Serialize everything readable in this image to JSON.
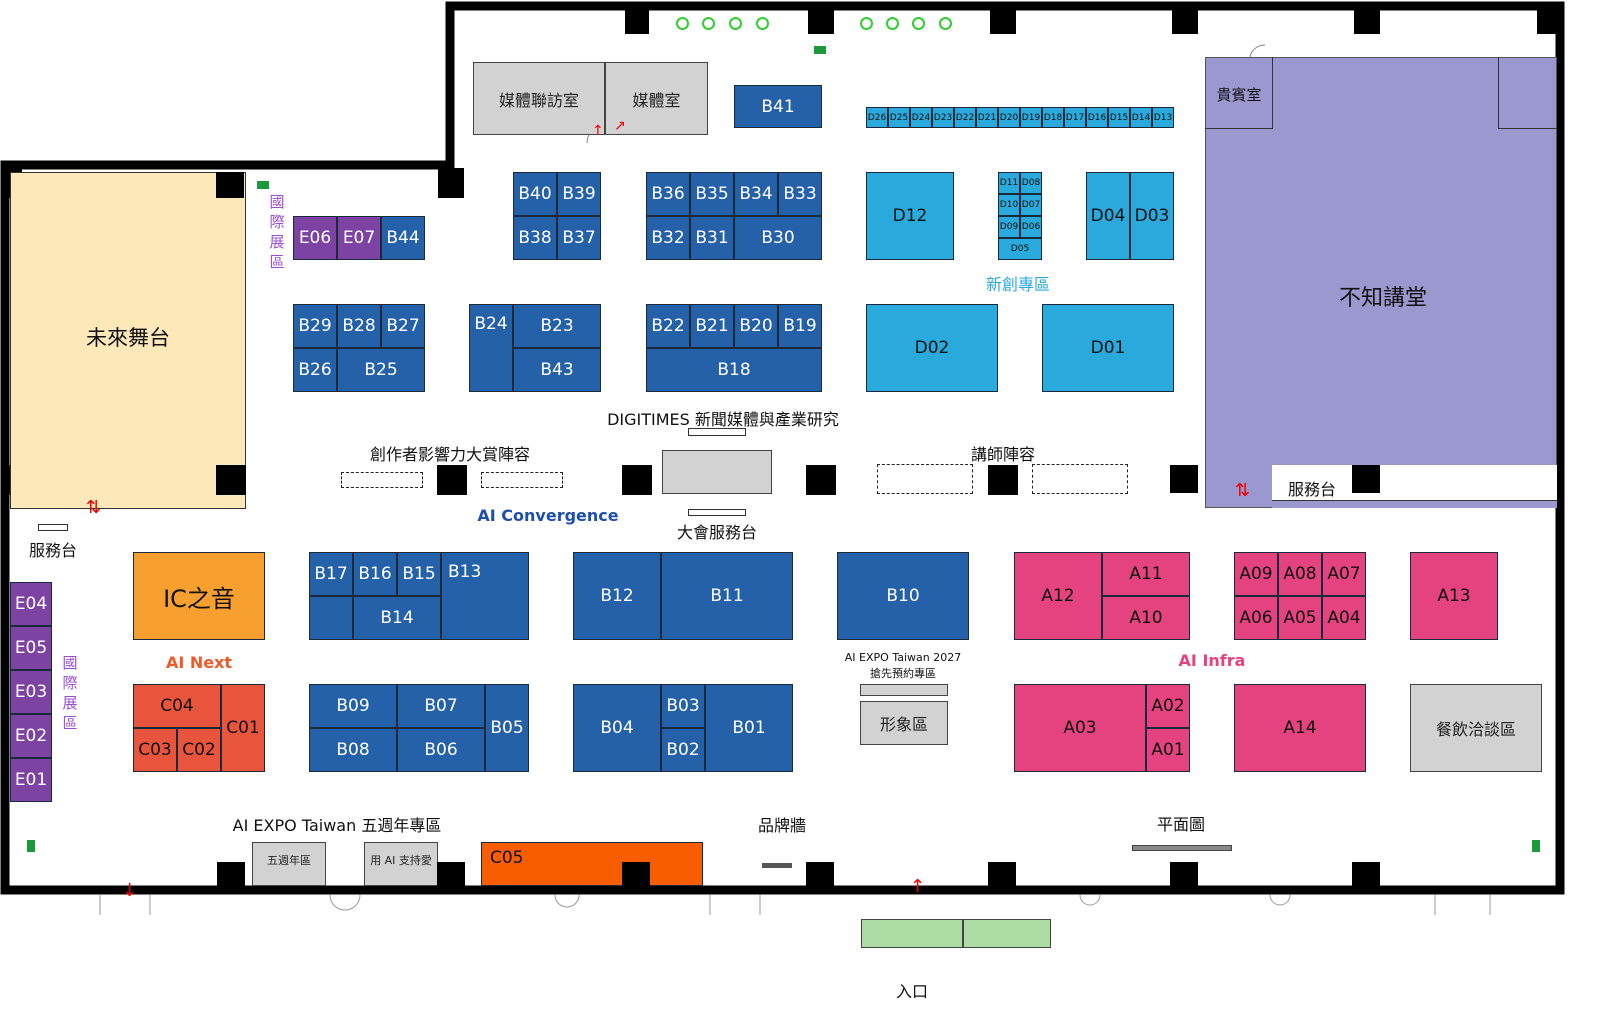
{
  "rooms": {
    "media_interview": "媒體聯訪室",
    "media_room": "媒體室",
    "vip_room": "貴賓室",
    "hall": "不知講堂",
    "stage": "未來舞台",
    "ic_voice": "IC之音",
    "image_zone": "形象區",
    "dining": "餐飲洽談區",
    "fifth_zone": "五週年區",
    "ai_love": "用 AI 支持愛"
  },
  "labels": {
    "intl_top": "國際展區",
    "intl_left": "國際展區",
    "startup": "新創專區",
    "digitimes": "DIGITIMES 新聞媒體與產業研究",
    "creators": "創作者影響力大賞陣容",
    "speakers": "講師陣容",
    "ai_convergence": "AI Convergence",
    "main_service": "大會服務台",
    "service_left": "服務台",
    "service_right": "服務台",
    "ai_next": "AI Next",
    "ai_infra": "AI Infra",
    "expo2027_line1": "AI EXPO Taiwan 2027",
    "expo2027_line2": "搶先預約專區",
    "fifth_anniv": "AI EXPO Taiwan  五週年專區",
    "brand_wall": "品牌牆",
    "floor_plan": "平面圖",
    "entrance": "入口"
  },
  "booths": {
    "B": [
      "B41",
      "B40",
      "B39",
      "B38",
      "B37",
      "B36",
      "B35",
      "B34",
      "B33",
      "B32",
      "B31",
      "B30",
      "B44",
      "B29",
      "B28",
      "B27",
      "B26",
      "B25",
      "B24",
      "B23",
      "B43",
      "B22",
      "B21",
      "B20",
      "B19",
      "B18",
      "B17",
      "B16",
      "B15",
      "B13",
      "B14",
      "B12",
      "B11",
      "B10",
      "B09",
      "B07",
      "B05",
      "B08",
      "B06",
      "B04",
      "B03",
      "B02",
      "B01"
    ],
    "D": [
      "D26",
      "D25",
      "D24",
      "D23",
      "D22",
      "D21",
      "D20",
      "D19",
      "D18",
      "D17",
      "D16",
      "D15",
      "D14",
      "D13",
      "D12",
      "D11",
      "D08",
      "D10",
      "D07",
      "D09",
      "D06",
      "D05",
      "D04",
      "D03",
      "D02",
      "D01"
    ],
    "A": [
      "A12",
      "A11",
      "A10",
      "A09",
      "A08",
      "A07",
      "A06",
      "A05",
      "A04",
      "A13",
      "A03",
      "A02",
      "A01",
      "A14"
    ],
    "C": [
      "C04",
      "C01",
      "C03",
      "C02",
      "C05"
    ],
    "E": [
      "E06",
      "E07",
      "E04",
      "E05",
      "E03",
      "E02",
      "E01"
    ]
  },
  "colors": {
    "B": "#2561a8",
    "D": "#2aa9dc",
    "A": "#e5437f",
    "C": "#e8553c",
    "E": "#7d43a3",
    "stage": "#fce8b8",
    "hall": "#9b98cf"
  }
}
